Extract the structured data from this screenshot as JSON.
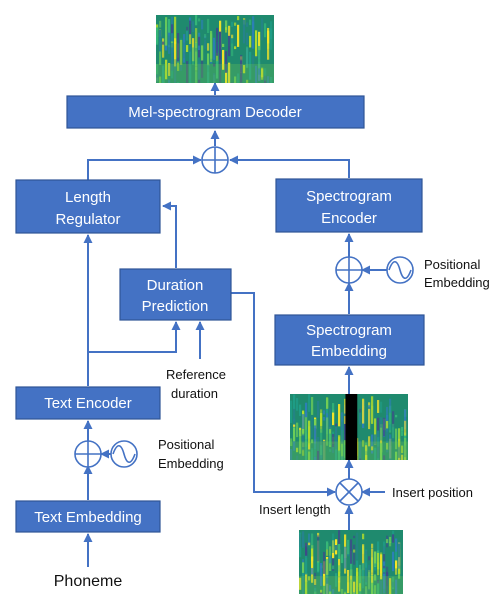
{
  "colors": {
    "box_fill": "#4472c4",
    "box_stroke": "#2f5597",
    "line": "#4472c4",
    "text_on_box": "#ffffff",
    "mask_bar": "#000000",
    "spectrogram_palette": "viridis"
  },
  "blocks": {
    "mel_decoder": "Mel-spectrogram Decoder",
    "length_regulator": [
      "Length",
      "Regulator"
    ],
    "duration_prediction": [
      "Duration",
      "Prediction"
    ],
    "spectrogram_encoder": [
      "Spectrogram",
      "Encoder"
    ],
    "spectrogram_embedding": [
      "Spectrogram",
      "Embedding"
    ],
    "text_encoder": "Text Encoder",
    "text_embedding": "Text Embedding"
  },
  "labels": {
    "positional_embedding": [
      "Positional",
      "Embedding"
    ],
    "positional_embedding_right": [
      "Positional",
      "Embedding"
    ],
    "reference_duration": [
      "Reference",
      "duration"
    ],
    "insert_length": "Insert length",
    "insert_position": "Insert position",
    "phoneme": "Phoneme"
  },
  "icons": {
    "adder": "circle-plus-icon",
    "multiplier": "circle-times-icon",
    "positional": "sine-wave-icon",
    "spectrogram": "spectrogram-image"
  }
}
